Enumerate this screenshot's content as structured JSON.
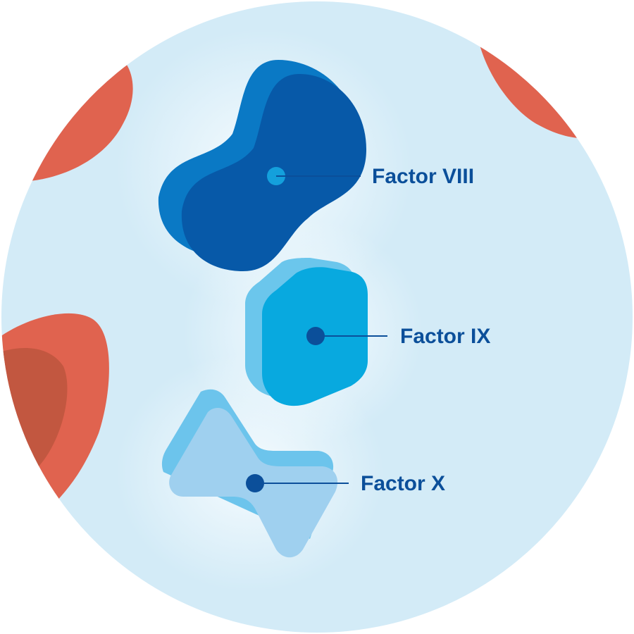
{
  "colors": {
    "background_disc": "#d3ebf7",
    "disc_glow": "#f2f9fd",
    "red_cell": "#e0634f",
    "red_cell_shade": "#c25740",
    "factor_viii_front": "#0759a8",
    "factor_viii_side": "#0a79c5",
    "factor_ix_front": "#08a9df",
    "factor_ix_side": "#6bc6ec",
    "factor_x_front": "#9fd0ef",
    "factor_x_side": "#6cc4ec",
    "label_text": "#0b4f9a",
    "leader_line": "#0b4f9a"
  },
  "factors": [
    {
      "id": "viii",
      "label": "Factor VIII",
      "icon": "dumbbell-molecule-icon"
    },
    {
      "id": "ix",
      "label": "Factor IX",
      "icon": "hexagon-molecule-icon"
    },
    {
      "id": "x",
      "label": "Factor X",
      "icon": "bowtie-molecule-icon"
    }
  ]
}
